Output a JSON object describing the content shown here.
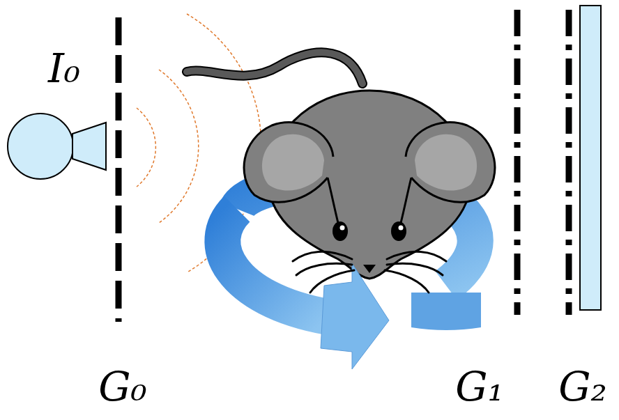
{
  "diagram": {
    "labels": [
      "I₀",
      "G₀",
      "G₁",
      "G₂"
    ]
  }
}
